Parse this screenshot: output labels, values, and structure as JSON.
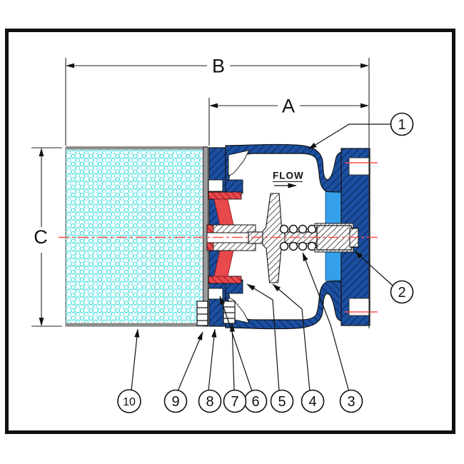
{
  "figure": {
    "flow_label": "FLOW",
    "dimensions": {
      "outer_width": "B",
      "valve_width": "A",
      "height": "C"
    },
    "callouts": [
      "1",
      "2",
      "3",
      "4",
      "5",
      "6",
      "7",
      "8",
      "9",
      "10"
    ],
    "colors": {
      "body_blue": "#1d4fa0",
      "body_hatch": "#0a2c62",
      "seat_red": "#e8494d",
      "seat_hatch": "#8f1014",
      "liner_light_blue": "#35a0ea",
      "strainer_dot_cyan": "#35dede",
      "strainer_edge_gray": "#8c8c8c",
      "centerline_red": "#ff4f4f",
      "line_black": "#111111"
    }
  }
}
